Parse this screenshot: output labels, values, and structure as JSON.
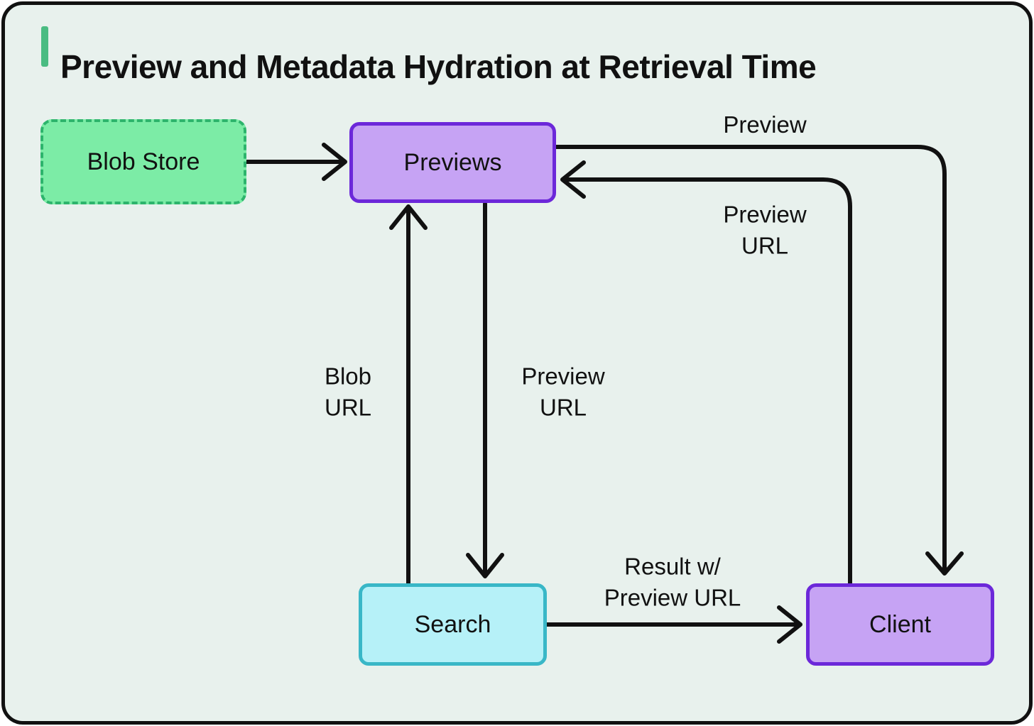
{
  "title": {
    "text": "Preview and Metadata Hydration at Retrieval Time"
  },
  "colors": {
    "background": "#e8f1ed",
    "line": "#111111",
    "text": "#111111",
    "accent": "#4abc82",
    "green_fill": "#7ceca6",
    "green_border": "#2db46c",
    "purple_fill": "#c6a3f4",
    "purple_border": "#6c28d9",
    "cyan_fill": "#b6f1f8",
    "cyan_border": "#39b7c7"
  },
  "nodes": {
    "blob_store": {
      "label": "Blob Store"
    },
    "previews": {
      "label": "Previews"
    },
    "search": {
      "label": "Search"
    },
    "client": {
      "label": "Client"
    }
  },
  "edges": {
    "blob_store_to_previews": {
      "label": ""
    },
    "previews_to_client": {
      "label": "Preview"
    },
    "client_to_previews": {
      "label": "Preview\nURL"
    },
    "search_to_previews": {
      "label": "Blob\nURL"
    },
    "previews_to_search": {
      "label": "Preview\nURL"
    },
    "search_to_client": {
      "label": "Result w/\nPreview URL"
    }
  }
}
